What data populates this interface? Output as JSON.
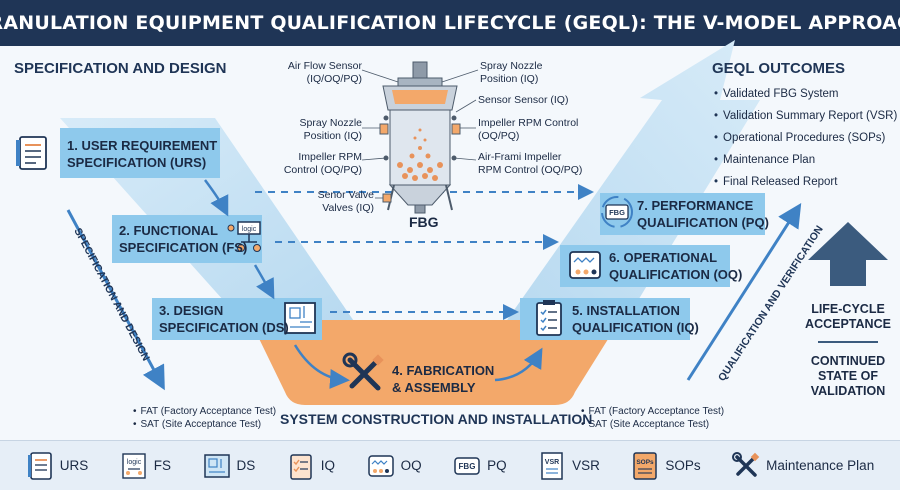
{
  "title": "GRANULATION EQUIPMENT QUALIFICATION LIFECYCLE (GEQL): THE V-MODEL APPROACH",
  "left_section_title": "SPECIFICATION AND DESIGN",
  "steps": [
    {
      "line1": "1. USER REQUIREMENT",
      "line2": "SPECIFICATION (URS)",
      "icon": "document-icon"
    },
    {
      "line1": "2. FUNCTIONAL",
      "line2": "SPECIFICATION (FS)",
      "icon": "logic-flowchart-icon"
    },
    {
      "line1": "3. DESIGN",
      "line2": "SPECIFICATION (DS)",
      "icon": "blueprint-icon"
    },
    {
      "line1": "4. FABRICATION",
      "line2": "& ASSEMBLY",
      "icon": "wrench-screwdriver-icon"
    },
    {
      "line1": "5. INSTALLATION",
      "line2": "QUALIFICATION (IQ)",
      "icon": "checklist-icon"
    },
    {
      "line1": "6. OPERATIONAL",
      "line2": "QUALIFICATION (OQ)",
      "icon": "control-panel-icon"
    },
    {
      "line1": "7. PERFORMANCE",
      "line2": "QUALIFICATION (PQ)",
      "icon": "fbg-cycle-icon"
    }
  ],
  "fbg": {
    "label": "FBG",
    "logic_text": "logic",
    "fbg_icon_text": "FBG",
    "sensors_left": [
      {
        "line1": "Air Flow Sensor",
        "line2": "(IQ/OQ/PQ)"
      },
      {
        "line1": "Spray Nozzle",
        "line2": "Position (IQ)"
      },
      {
        "line1": "Impeller RPM",
        "line2": "Control (OQ/PQ)"
      },
      {
        "line1": "Senor Valve",
        "line2": "Valves (IQ)"
      }
    ],
    "sensors_right": [
      {
        "line1": "Spray Nozzle",
        "line2": "Position (IQ)"
      },
      {
        "line1": "Sensor Sensor (IQ)",
        "line2": ""
      },
      {
        "line1": "Impeller RPM Control",
        "line2": "(OQ/PQ)"
      },
      {
        "line1": "Air-Frami Impeller",
        "line2": "RPM Control (OQ/PQ)"
      }
    ]
  },
  "construction_label": "SYSTEM CONSTRUCTION AND INSTALLATION",
  "tests_left": [
    "FAT (Factory Acceptance Test)",
    "SAT (Site Acceptance Test)"
  ],
  "tests_right": [
    "FAT (Factory Acceptance Test)",
    "SAT (Site Acceptance Test)"
  ],
  "left_diag_label": "SPECIFICATION AND DESIGN",
  "right_diag_label": "QUALIFICATION AND VERIFICATION",
  "outcomes": {
    "title": "GEQL OUTCOMES",
    "items": [
      "Validated FBG System",
      "Validation Summary Report (VSR)",
      "Operational Procedures (SOPs)",
      "Maintenance Plan",
      "Final Released Report"
    ]
  },
  "lifecycle": {
    "line1": "LIFE-CYCLE",
    "line2": "ACCEPTANCE",
    "cont1": "CONTINUED",
    "cont2": "STATE OF",
    "cont3": "VALIDATION"
  },
  "legend": [
    {
      "label": "URS",
      "icon": "document-icon"
    },
    {
      "label": "FS",
      "icon": "logic-icon",
      "icon_text": "logic"
    },
    {
      "label": "DS",
      "icon": "blueprint-icon"
    },
    {
      "label": "IQ",
      "icon": "checklist-icon"
    },
    {
      "label": "OQ",
      "icon": "control-panel-icon"
    },
    {
      "label": "PQ",
      "icon": "fbg-icon",
      "icon_text": "FBG"
    },
    {
      "label": "VSR",
      "icon": "vsr-report-icon",
      "icon_text": "VSR"
    },
    {
      "label": "SOPs",
      "icon": "sops-binder-icon",
      "icon_text": "SOPs"
    },
    {
      "label": "Maintenance Plan",
      "icon": "wrench-screwdriver-icon"
    }
  ],
  "colors": {
    "header": "#1f3556",
    "band_light": "#bfe0f4",
    "box_blue": "#8ec9ec",
    "construction": "#f3a86a",
    "arrow": "#3f82c5",
    "dark_arrow": "#3b5b7e"
  }
}
